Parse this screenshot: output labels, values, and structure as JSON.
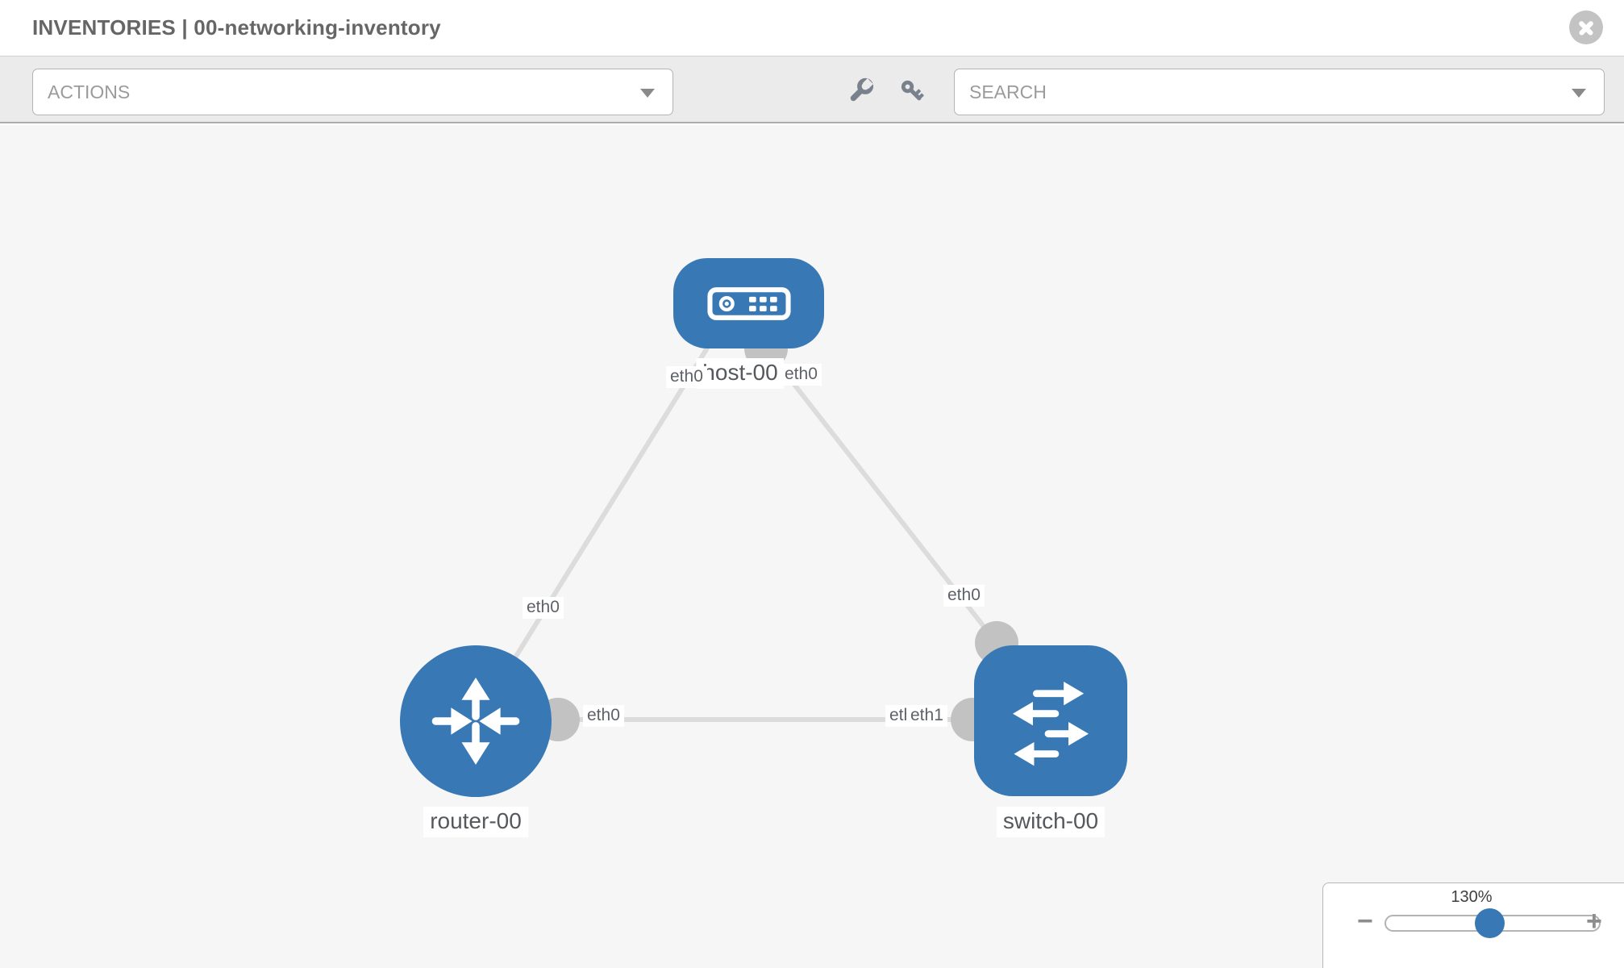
{
  "header": {
    "title": "INVENTORIES | 00-networking-inventory"
  },
  "toolbar": {
    "actions_label": "ACTIONS",
    "search_label": "SEARCH"
  },
  "icons": {
    "close": "circle-x",
    "wrench": "wrench",
    "key": "key",
    "actions_caret": "chevron-down",
    "search_caret": "chevron-down",
    "host": "server-device",
    "router": "four-arrows-cross",
    "switch": "staggered-arrows"
  },
  "topology": {
    "nodes": [
      {
        "id": "host-00",
        "type": "host",
        "label": "host-00"
      },
      {
        "id": "router-00",
        "type": "router",
        "label": "router-00"
      },
      {
        "id": "switch-00",
        "type": "switch",
        "label": "switch-00"
      }
    ],
    "links": [
      {
        "source": "host-00",
        "source_interface": "eth0",
        "target": "router-00",
        "target_interface": "eth0"
      },
      {
        "source": "host-00",
        "source_interface": "eth0",
        "target": "switch-00",
        "target_interface": "eth0"
      },
      {
        "source": "router-00",
        "source_interface": "eth0",
        "target": "switch-00",
        "target_interface": "eth1",
        "target_interface_shadow": "eth0"
      }
    ]
  },
  "zoom_control": {
    "level": "130%",
    "minus_label": "−",
    "plus_label": "+"
  },
  "colors": {
    "node_blue": "#3879b5",
    "link_gray": "#dcdcdc",
    "connector_gray": "#c2c2c2",
    "canvas_bg": "#f6f6f6",
    "toolbar_bg": "#ebebeb"
  }
}
